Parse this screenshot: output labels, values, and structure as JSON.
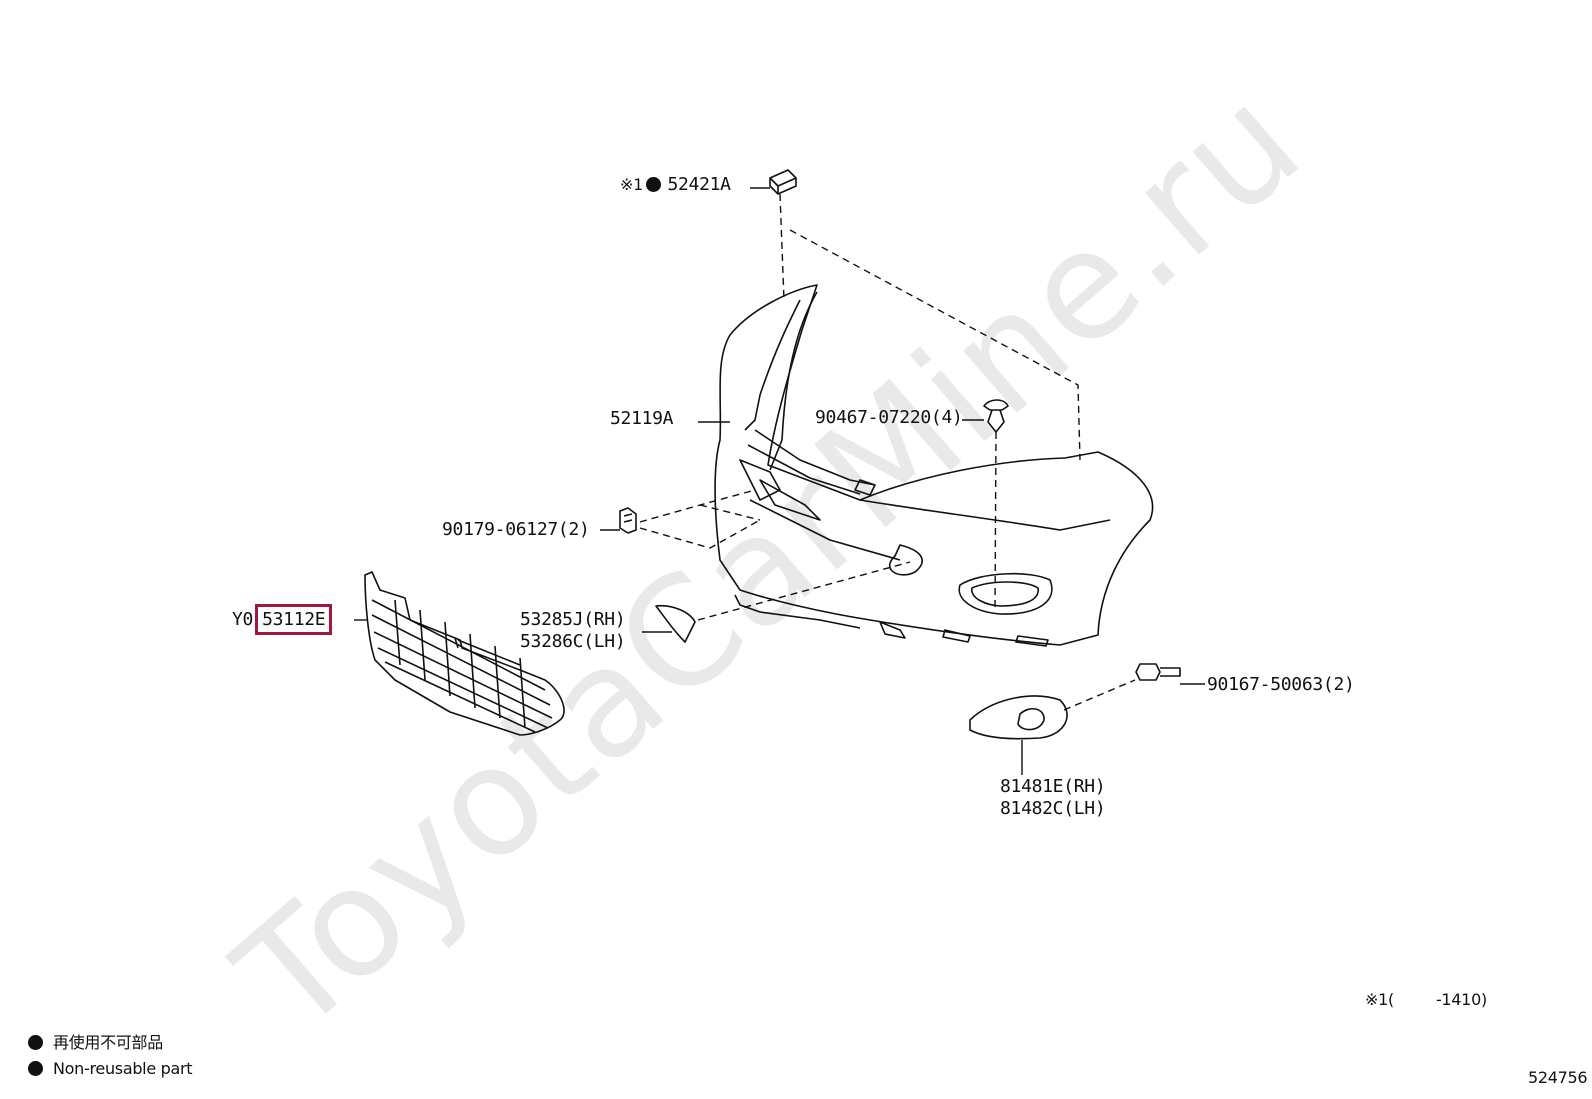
{
  "watermark": "ToyotaCarMine.ru",
  "parts": {
    "p52421A": {
      "note": "※1",
      "code": "52421A"
    },
    "p52119A": "52119A",
    "p90467": "90467-07220(4)",
    "p90179": "90179-06127(2)",
    "p53112E": {
      "prefix": "Y0",
      "code": "53112E"
    },
    "p53285": {
      "rh": "53285J(RH)",
      "lh": "53286C(LH)"
    },
    "p90167": "90167-50063(2)",
    "p81481": {
      "rh": "81481E(RH)",
      "lh": "81482C(LH)"
    }
  },
  "footnote": {
    "mark": "※1",
    "open": "(",
    "range": "-1410)"
  },
  "legend": {
    "ja": "再使用不可部品",
    "en": "Non-reusable part"
  },
  "diagram_id": "524756",
  "colors": {
    "highlight": "#a0193c",
    "line": "#111111",
    "watermark": "#e9e9e9"
  }
}
